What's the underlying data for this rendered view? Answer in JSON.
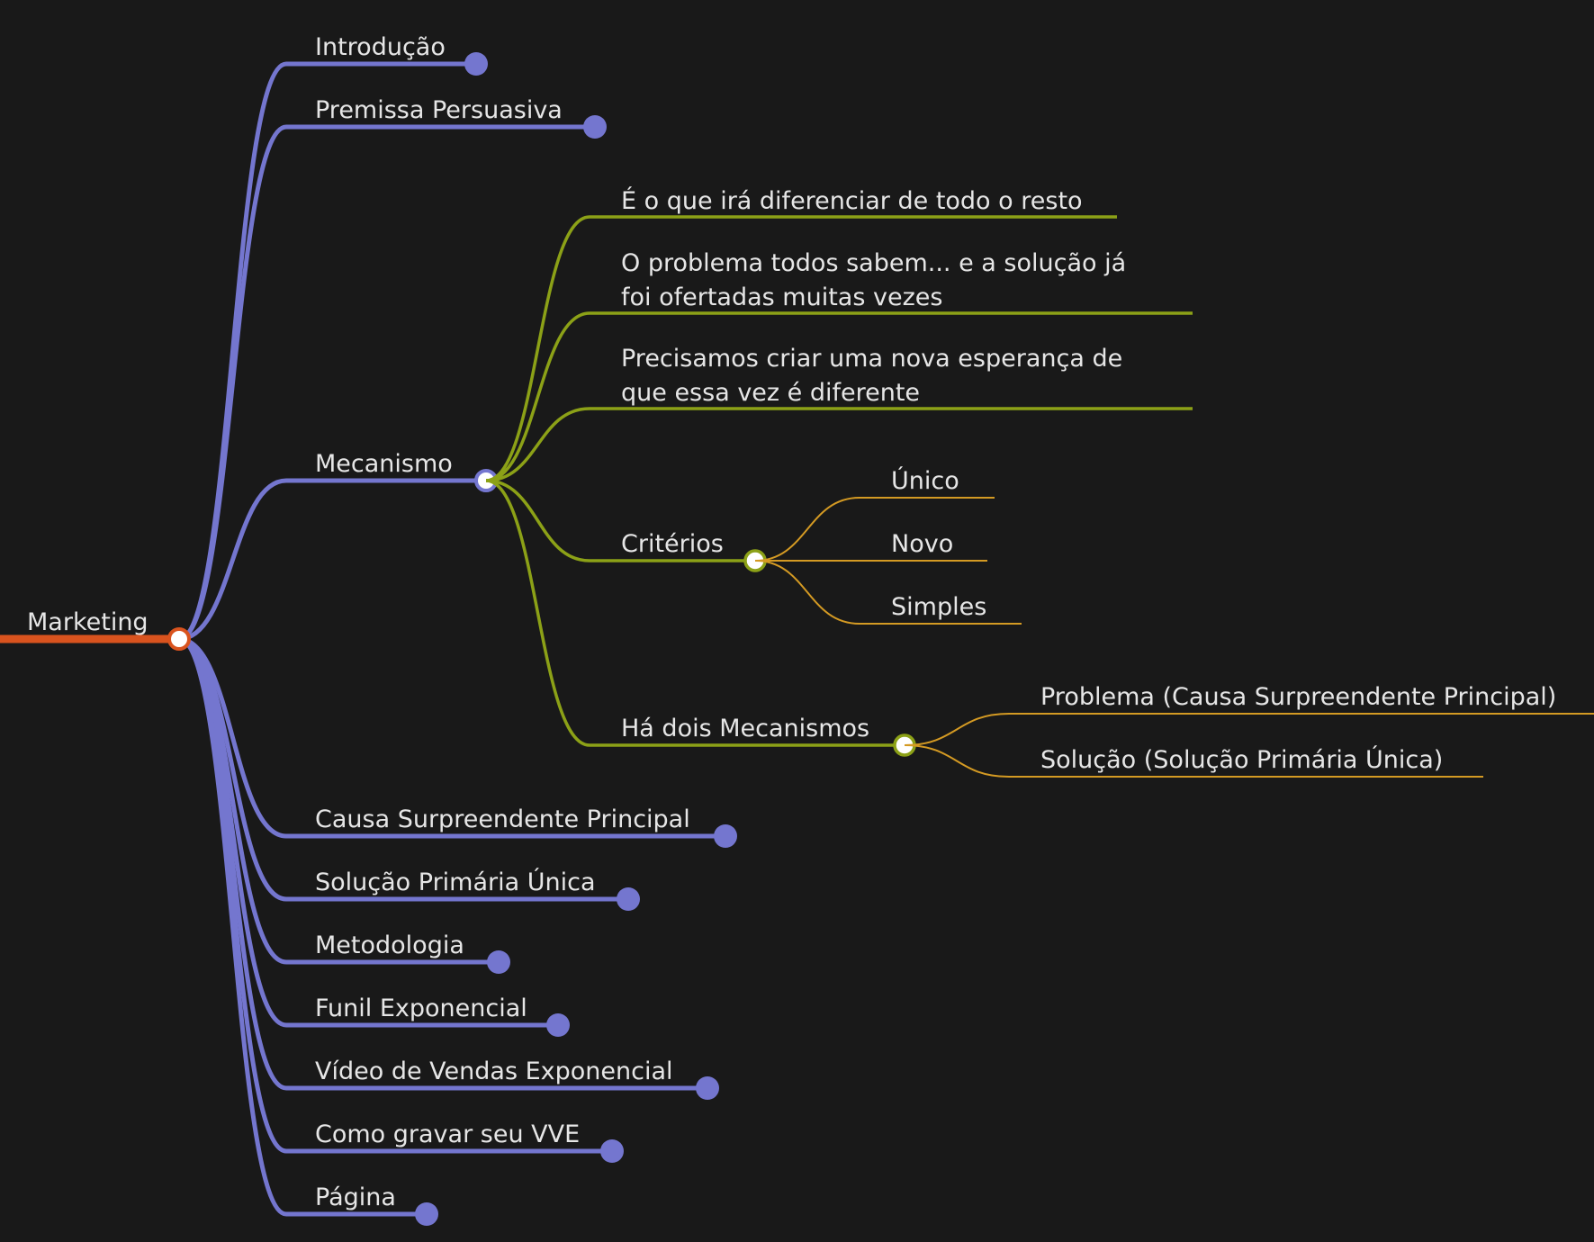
{
  "colors": {
    "background": "#191919",
    "root_line": "#d9531e",
    "level1": "#7476cf",
    "level2": "#8ca117",
    "level3": "#d49a23",
    "text": "#e6e6e6",
    "open_node_fill": "#ffffff"
  },
  "root": {
    "label": "Marketing"
  },
  "branches": [
    {
      "label": "Introdução"
    },
    {
      "label": "Premissa Persuasiva"
    },
    {
      "label": "Mecanismo"
    },
    {
      "label": "Causa Surpreendente Principal"
    },
    {
      "label": "Solução Primária Única"
    },
    {
      "label": "Metodologia"
    },
    {
      "label": "Funil Exponencial"
    },
    {
      "label": "Vídeo de Vendas Exponencial"
    },
    {
      "label": "Como gravar seu VVE"
    },
    {
      "label": "Página"
    }
  ],
  "mecanismo_children": [
    {
      "line1": "É o que irá diferenciar de todo o resto",
      "line2": ""
    },
    {
      "line1": "O problema todos sabem... e a solução já",
      "line2": "foi ofertadas muitas vezes"
    },
    {
      "line1": "Precisamos criar uma nova esperança de",
      "line2": "que essa vez é diferente"
    },
    {
      "line1": "Critérios",
      "line2": ""
    },
    {
      "line1": "Há dois Mecanismos",
      "line2": ""
    }
  ],
  "criterios_children": [
    {
      "label": "Único"
    },
    {
      "label": "Novo"
    },
    {
      "label": "Simples"
    }
  ],
  "mecanismos_children": [
    {
      "label": "Problema (Causa Surpreendente Principal)"
    },
    {
      "label": "Solução (Solução Primária Única)"
    }
  ]
}
